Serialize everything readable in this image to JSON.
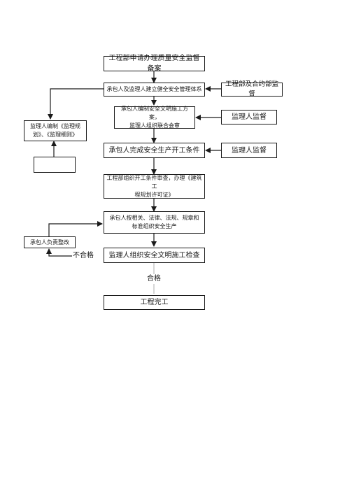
{
  "nodes": {
    "n1": "工程部申请办理质量安全监督备案",
    "n2": "承包人及监理人建立健全安全管理体系",
    "n2r": "工程部及合约部监督",
    "n3": "承包人编制安全文明施工方案，\n监理人组织联合会审",
    "n3r": "监理人监督",
    "nL1": "监理人编制《监理规\n划》、《监理细则》",
    "n4": "承包人完成安全生产开工条件",
    "n4r": "监理人监督",
    "n5": "工程部组织开工条件审查，办理《建筑工\n程规划许可证》",
    "n6": "承包人按相关、法律、法规、规章和\n标准组织安全生产",
    "nL2": "承包人负责整改",
    "n7": "监理人组织安全文明施工检查",
    "n8": "工程完工"
  },
  "edge_labels": {
    "fail": "不合格",
    "pass": "合格"
  }
}
